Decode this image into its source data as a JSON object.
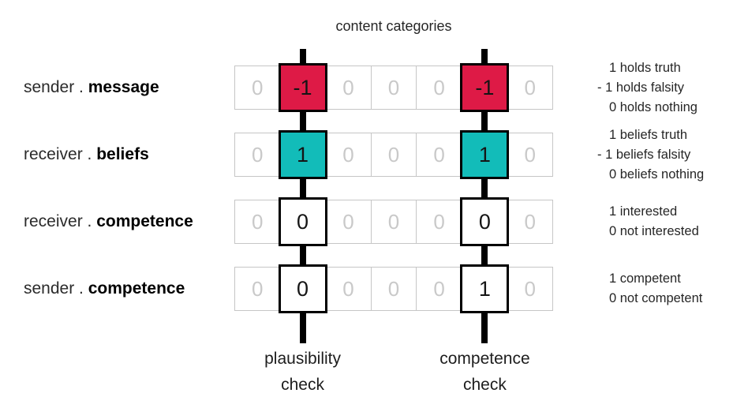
{
  "title": "content categories",
  "colors": {
    "negative_fill": "#DE1A46",
    "positive_fill": "#12BCB9",
    "neutral_fill": "#FFFFFF",
    "line_black": "#000000",
    "cell_border_gray": "#C6C6C6",
    "cell_text_gray": "#C9C9C9"
  },
  "grid": {
    "columns": 7,
    "rows": [
      {
        "label_normal": "sender",
        "label_sep": " . ",
        "label_bold": "message",
        "values": [
          "0",
          "-1",
          "0",
          "0",
          "0",
          "-1",
          "0"
        ],
        "highlights": [
          {
            "col": 1,
            "fill": "negative_fill"
          },
          {
            "col": 5,
            "fill": "negative_fill"
          }
        ],
        "legend": [
          "1 holds truth",
          "- 1 holds falsity",
          "0 holds nothing"
        ]
      },
      {
        "label_normal": "receiver",
        "label_sep": " . ",
        "label_bold": "beliefs",
        "values": [
          "0",
          "1",
          "0",
          "0",
          "0",
          "1",
          "0"
        ],
        "highlights": [
          {
            "col": 1,
            "fill": "positive_fill"
          },
          {
            "col": 5,
            "fill": "positive_fill"
          }
        ],
        "legend": [
          "1 beliefs truth",
          "- 1 beliefs falsity",
          "0 beliefs nothing"
        ]
      },
      {
        "label_normal": "receiver",
        "label_sep": " . ",
        "label_bold": "competence",
        "values": [
          "0",
          "0",
          "0",
          "0",
          "0",
          "0",
          "0"
        ],
        "highlights": [
          {
            "col": 1,
            "fill": "neutral_fill"
          },
          {
            "col": 5,
            "fill": "neutral_fill"
          }
        ],
        "legend": [
          "1 interested",
          "0 not interested"
        ]
      },
      {
        "label_normal": "sender",
        "label_sep": " . ",
        "label_bold": "competence",
        "values": [
          "0",
          "0",
          "0",
          "0",
          "0",
          "1",
          "0"
        ],
        "highlights": [
          {
            "col": 1,
            "fill": "neutral_fill"
          },
          {
            "col": 5,
            "fill": "neutral_fill"
          }
        ],
        "legend": [
          "1 competent",
          "0 not competent"
        ]
      }
    ]
  },
  "checks": [
    {
      "col": 1,
      "line1": "plausibility",
      "line2": "check"
    },
    {
      "col": 5,
      "line1": "competence",
      "line2": "check"
    }
  ]
}
